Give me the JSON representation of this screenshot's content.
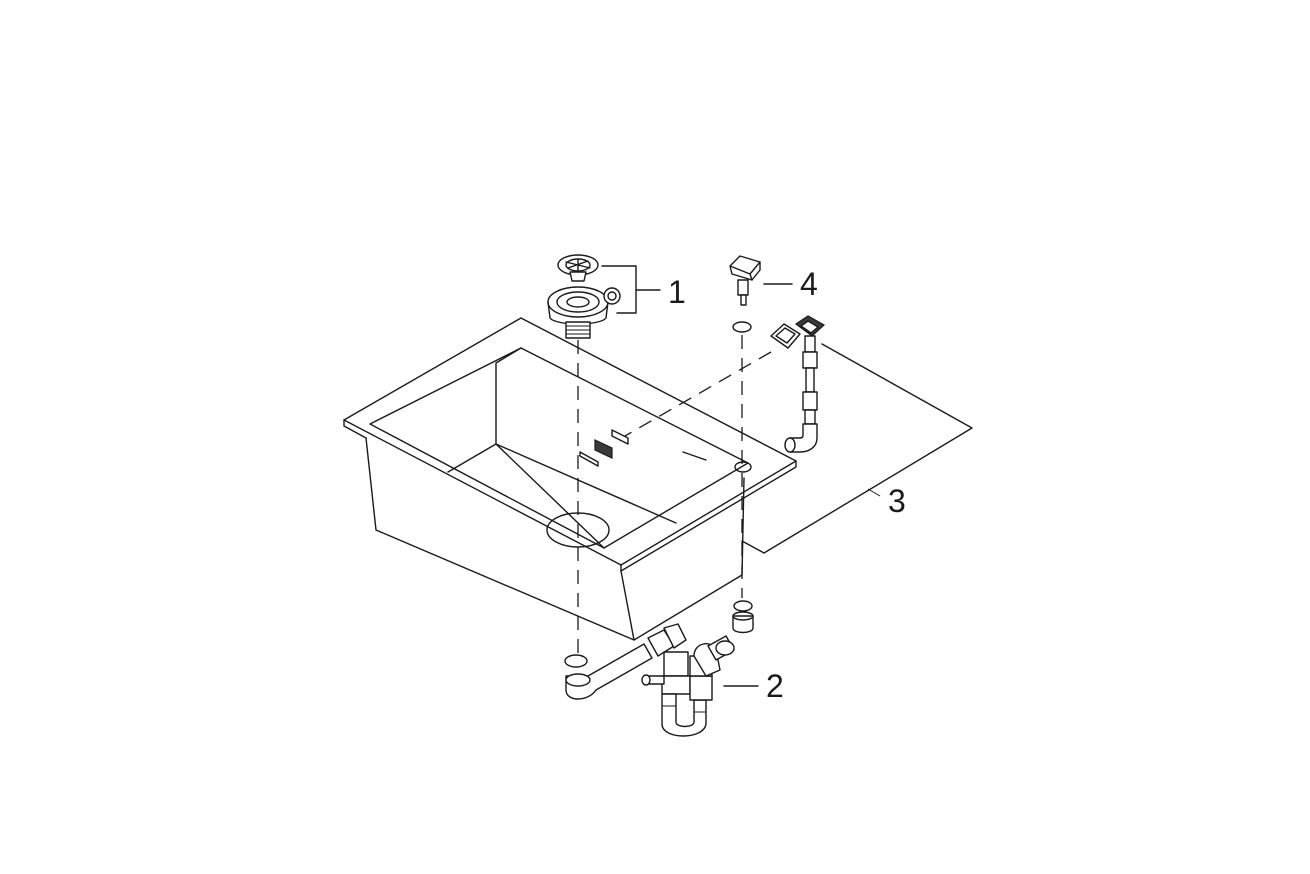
{
  "callouts": [
    {
      "id": "1",
      "label": "1"
    },
    {
      "id": "2",
      "label": "2"
    },
    {
      "id": "3",
      "label": "3"
    },
    {
      "id": "4",
      "label": "4"
    }
  ],
  "colors": {
    "line": "#1a1a1a",
    "background": "#ffffff",
    "fill_dark": "#3a3a3a"
  }
}
